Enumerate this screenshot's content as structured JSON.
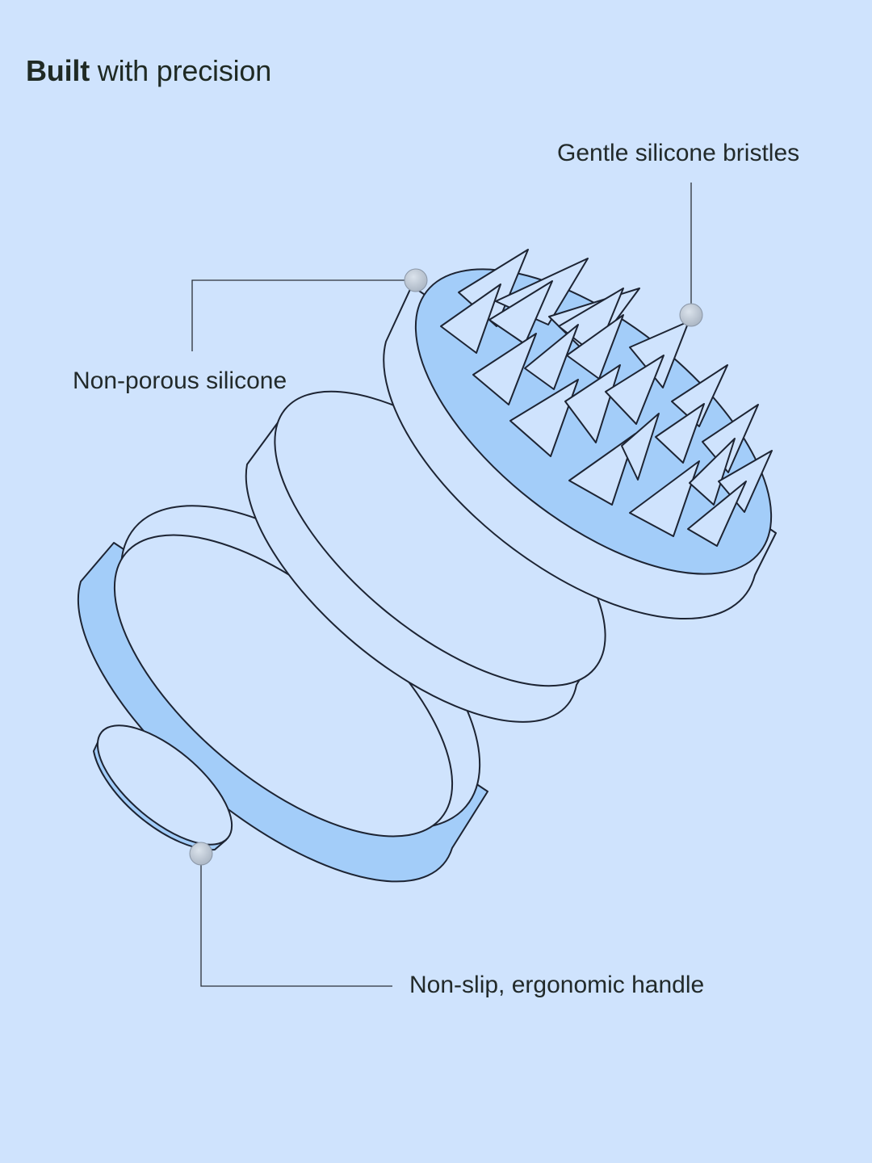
{
  "title": {
    "bold": "Built",
    "rest": " with precision"
  },
  "callouts": {
    "bristles": "Gentle silicone bristles",
    "silicone": "Non-porous silicone",
    "handle": "Non-slip, ergonomic handle"
  },
  "colors": {
    "background": "#cfe3fd",
    "accent_blue": "#a3cdf9",
    "outline": "#1d2433",
    "marker": "#b9c4d2"
  }
}
